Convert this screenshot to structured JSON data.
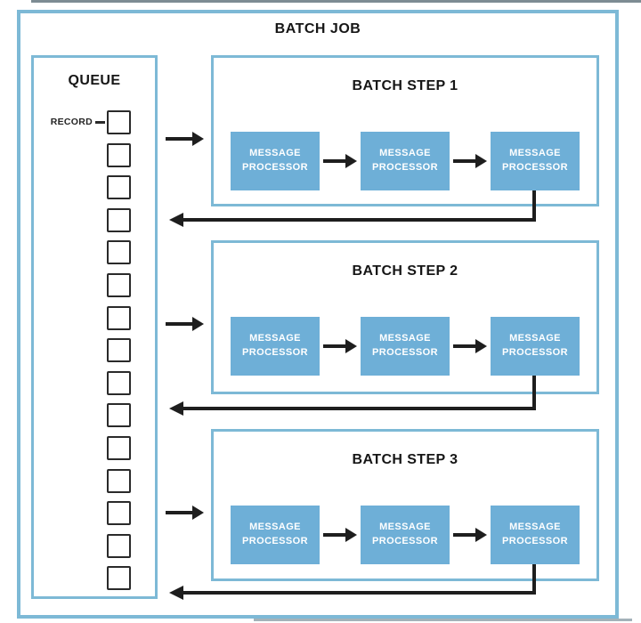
{
  "colors": {
    "border_blue": "#7db9d6",
    "processor_blue": "#6eafd7",
    "arrow_black": "#1e1e1e",
    "text_dark": "#161616",
    "background": "#ffffff"
  },
  "header": {
    "title": "BATCH JOB"
  },
  "queue": {
    "title": "QUEUE",
    "record_label": "RECORD",
    "record_count": 15
  },
  "steps": [
    {
      "title": "BATCH STEP 1",
      "processors": [
        {
          "label": "MESSAGE PROCESSOR"
        },
        {
          "label": "MESSAGE PROCESSOR"
        },
        {
          "label": "MESSAGE PROCESSOR"
        }
      ]
    },
    {
      "title": "BATCH STEP 2",
      "processors": [
        {
          "label": "MESSAGE PROCESSOR"
        },
        {
          "label": "MESSAGE PROCESSOR"
        },
        {
          "label": "MESSAGE PROCESSOR"
        }
      ]
    },
    {
      "title": "BATCH STEP 3",
      "processors": [
        {
          "label": "MESSAGE PROCESSOR"
        },
        {
          "label": "MESSAGE PROCESSOR"
        },
        {
          "label": "MESSAGE PROCESSOR"
        }
      ]
    }
  ]
}
